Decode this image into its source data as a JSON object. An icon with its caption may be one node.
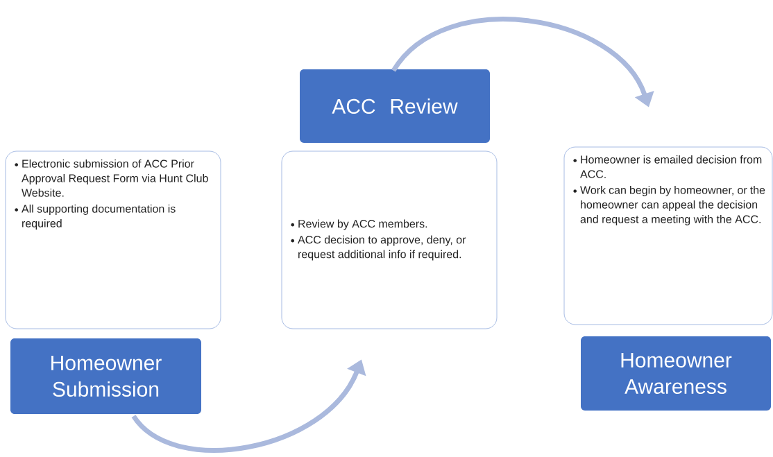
{
  "diagram": {
    "nodes": [
      {
        "text": [
          "ACC Review"
        ]
      },
      {
        "text": [
          "Electronic submission of ACC Prior Approval Request Form via Hunt Club Website.",
          "All supporting documentation is required"
        ]
      },
      {
        "text": [
          "Review by ACC members.",
          "ACC decision to approve, deny, or request additional info if required."
        ]
      },
      {
        "text": [
          "Homeowner is emailed decision from ACC.",
          "Work can begin by homeowner, or the homeowner can appeal the decision and request a meeting with the ACC."
        ]
      },
      {
        "text": [
          "Homeowner Submission"
        ]
      },
      {
        "text": [
          "Homeowner Awareness"
        ]
      }
    ],
    "edges": [
      {
        "from": 4,
        "to": 2,
        "arrow": "to"
      },
      {
        "from": 0,
        "to": 3,
        "arrow": "to"
      }
    ]
  }
}
